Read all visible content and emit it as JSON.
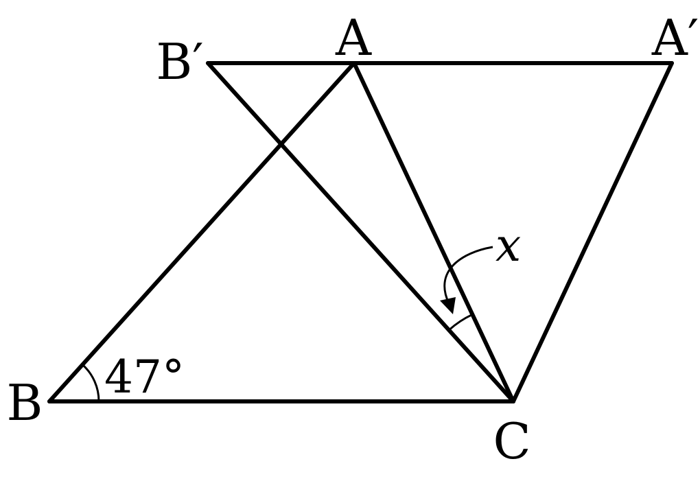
{
  "points": {
    "A": "A",
    "A_prime": "A′",
    "B": "B",
    "B_prime": "B′",
    "C": "C"
  },
  "angle_B": "47°",
  "angle_x": "x",
  "colors": {
    "stroke": "#000000",
    "background": "#ffffff"
  }
}
